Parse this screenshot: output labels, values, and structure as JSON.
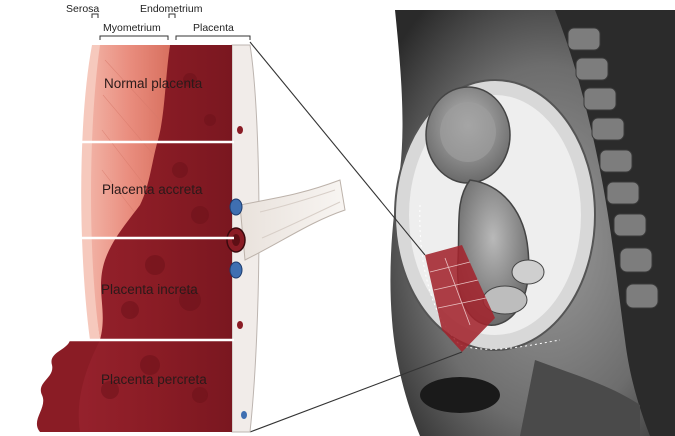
{
  "labels": {
    "serosa": "Serosa",
    "endometrium": "Endometrium",
    "myometrium": "Myometrium",
    "placenta": "Placenta"
  },
  "bands": [
    {
      "name": "Normal placenta"
    },
    {
      "name": "Placenta accreta"
    },
    {
      "name": "Placenta increta"
    },
    {
      "name": "Placenta percreta"
    }
  ],
  "colors": {
    "myometrium": "#e98d7e",
    "placenta": "#8e1e26",
    "vessel_blue": "#3f6fb1",
    "mri_dark": "#1c1c1c",
    "mri_gray": "#8a8a8a",
    "invasion_overlay": "#a3242e"
  }
}
